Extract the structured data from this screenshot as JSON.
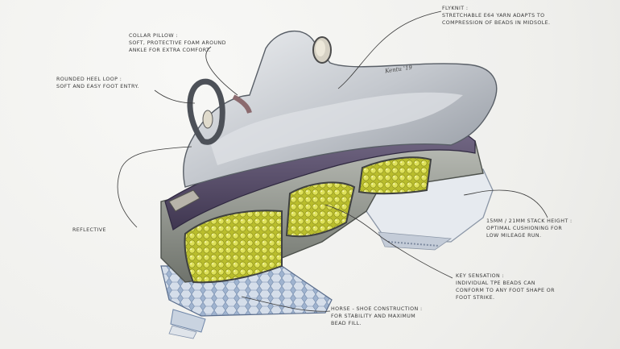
{
  "annotations": {
    "collar_pillow": {
      "title": "Collar Pillow :",
      "line1": "Soft, protective foam around",
      "line2": "ankle for extra comfort."
    },
    "heel_loop": {
      "title": "Rounded heel loop :",
      "line1": "Soft and easy foot entry."
    },
    "reflective": {
      "title": "Reflective"
    },
    "flyknit": {
      "title": "Flyknit :",
      "line1": "Stretchable E64 yarn adapts to",
      "line2": "compression of beads in midsole."
    },
    "stack_height": {
      "title": "15mm / 21mm stack height :",
      "line1": "optimal cushioning for",
      "line2": "low mileage run."
    },
    "key_sensation": {
      "title": "Key sensation :",
      "line1": "individual TPE beads can",
      "line2": "conform to any foot shape or",
      "line3": "foot strike."
    },
    "horseshoe": {
      "title": "Horse - shoe construction :",
      "line1": "for stability and maximum",
      "line2": "bead fill."
    }
  },
  "signature": "Kentu '19",
  "colors": {
    "paper": "#f4f4f2",
    "upper": "#c9cdd2",
    "lining": "#5f5470",
    "beads": "#d9dc4a",
    "sole_gray": "#9a9e98",
    "outsole_blue": "#8fa6c4",
    "line": "#3a3a3a"
  }
}
